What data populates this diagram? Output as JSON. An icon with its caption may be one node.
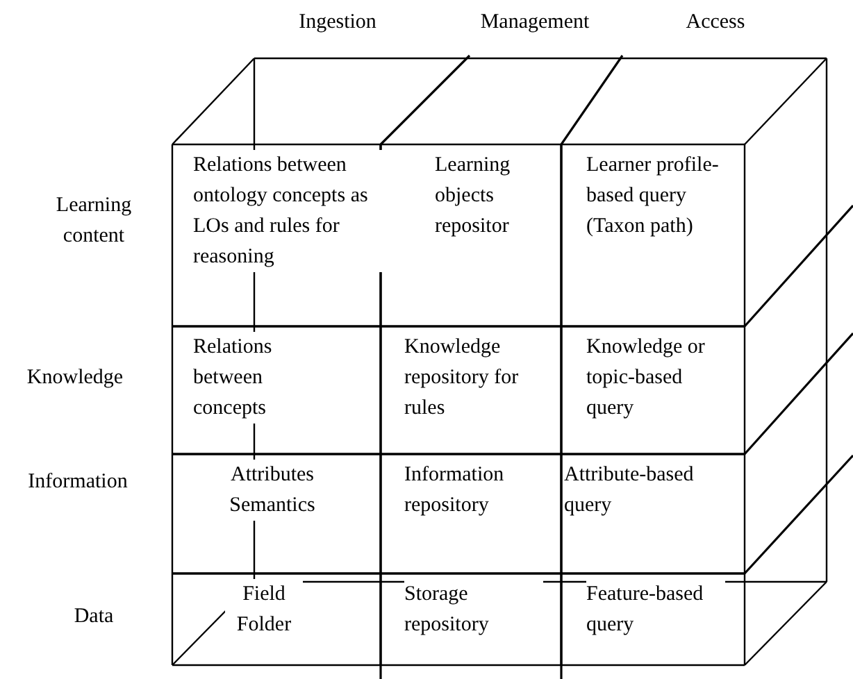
{
  "diagram": {
    "nodes": [
      {
        "text": [
          "Relations between ontology concepts as LOs and rules for reasoning"
        ]
      },
      {
        "text": [
          "Learning objects repositor"
        ]
      },
      {
        "text": [
          "Learner profile-based query (Taxon path)"
        ]
      },
      {
        "text": [
          "Relations between concepts"
        ]
      },
      {
        "text": [
          "Knowledge repository for rules"
        ]
      },
      {
        "text": [
          "Knowledge or topic-based query"
        ]
      },
      {
        "text": [
          "Attributes Semantics"
        ]
      },
      {
        "text": [
          "Information repository"
        ]
      },
      {
        "text": [
          "Attribute-based query"
        ]
      },
      {
        "text": [
          "Field Folder"
        ]
      },
      {
        "text": [
          "Storage repository"
        ]
      },
      {
        "text": [
          "Feature-based query"
        ]
      }
    ],
    "labels": [
      "Ingestion",
      "Management",
      "Access",
      "Learning content",
      "Knowledge",
      "Information",
      "Data"
    ]
  }
}
